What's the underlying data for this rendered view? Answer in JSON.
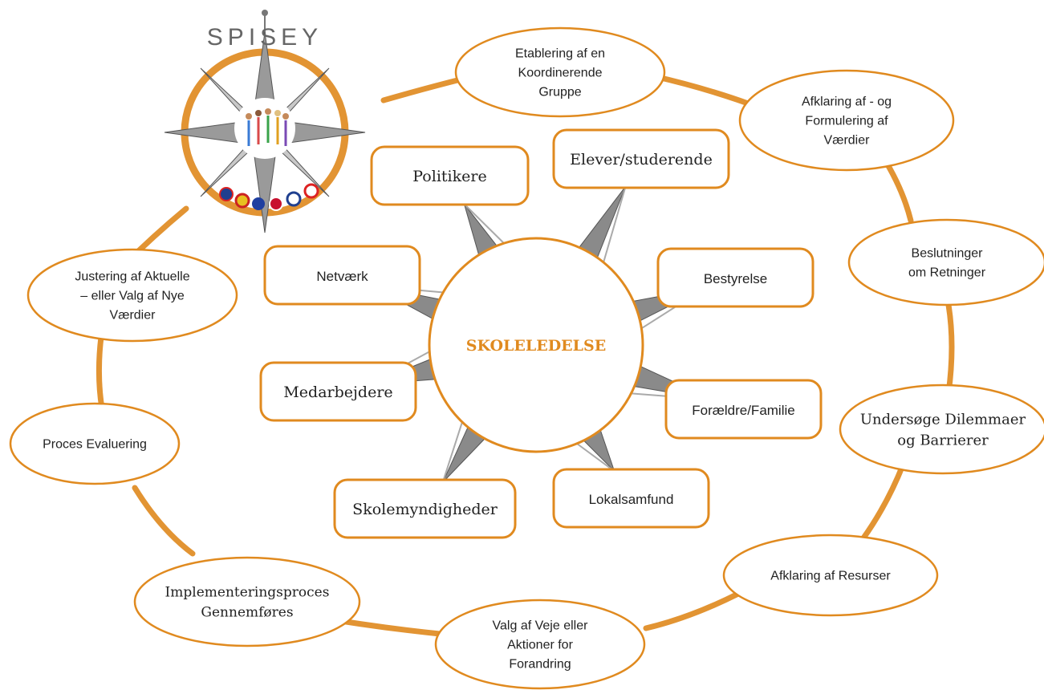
{
  "colors": {
    "accent": "#e08a1f",
    "ring": "#e29433",
    "spoke": "#8a8a8a",
    "box_border": "#e08a1f",
    "text": "#222222"
  },
  "logo": {
    "text": "SPISEY",
    "flags_label": "UK, Spain, EU, Denmark, Finland, France"
  },
  "center": {
    "label": "SKOLELEDELSE"
  },
  "stakeholders": [
    "Politikere",
    "Elever/studerende",
    "Netværk",
    "Bestyrelse",
    "Medarbejdere",
    "Forældre/Familie",
    "Skolemyndigheder",
    "Lokalsamfund"
  ],
  "cycle_steps": [
    [
      "Etablering af en",
      "Koordinerende",
      "Gruppe"
    ],
    [
      "Afklaring af - og",
      "Formulering af",
      "Værdier"
    ],
    [
      "Beslutninger",
      "om Retninger"
    ],
    [
      "Undersøge Dilemmaer",
      "og Barrierer"
    ],
    [
      "Afklaring af Resurser"
    ],
    [
      "Valg af Veje eller",
      "Aktioner for",
      "Forandring"
    ],
    [
      "Implementeringsproces",
      "Gennemføres"
    ],
    [
      "Proces Evaluering"
    ],
    [
      "Justering af Aktuelle",
      "– eller Valg af Nye",
      "Værdier"
    ]
  ]
}
